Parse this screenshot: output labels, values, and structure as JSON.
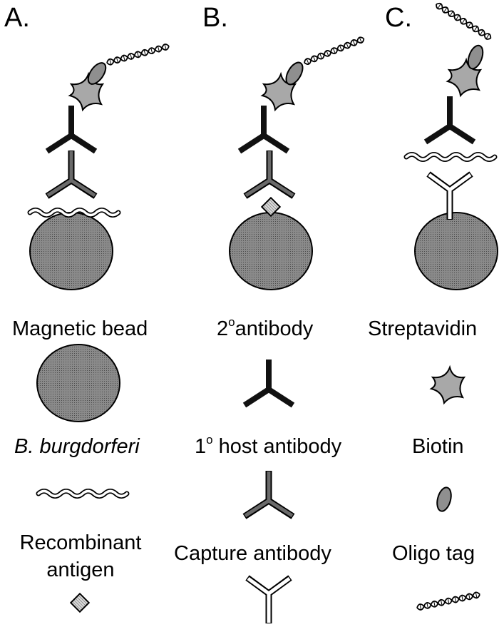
{
  "panels": [
    "A.",
    "B.",
    "C."
  ],
  "legend": {
    "magnetic_bead": "Magnetic bead",
    "b_burgdorferi": "B. burgdorferi",
    "recombinant_antigen_line1": "Recombinant",
    "recombinant_antigen_line2": "antigen",
    "secondary_antibody_sup": "o",
    "secondary_antibody": "antibody",
    "secondary_antibody_prefix": "2",
    "primary_host_antibody_prefix": "1",
    "primary_host_antibody_sup": "o",
    "primary_host_antibody": " host antibody",
    "capture_antibody": "Capture antibody",
    "streptavidin": "Streptavidin",
    "biotin": "Biotin",
    "oligo_tag": "Oligo tag"
  },
  "colors": {
    "bead_fill": "#7b7b7b",
    "streptavidin_fill": "#a8a8a8",
    "biotin_fill": "#8f8f8f",
    "antibody_black": "#111111",
    "antibody_gray": "#666666",
    "outline": "#000000"
  }
}
